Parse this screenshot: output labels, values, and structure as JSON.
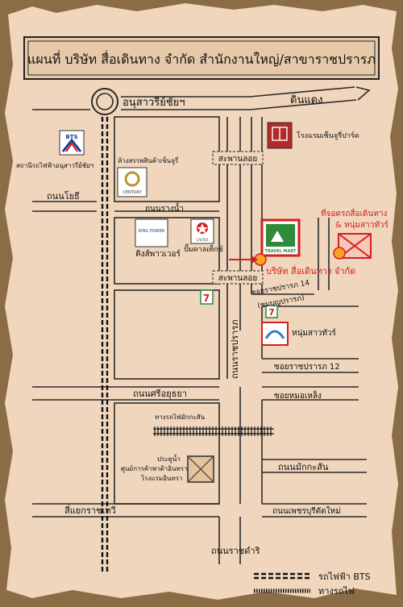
{
  "title": "แผนที่ บริษัท สื่อเดินทาง จำกัด สำนักงานใหญ่/สาขาราชปรารภ",
  "labels": {
    "victory_monument": "อนุสาวรีย์ชัยฯ",
    "din_daeng": "ดินแดง",
    "century_park_hotel": "โรงแรมเซ็นจูรี่ปาร์ค",
    "bts_station": "สถานีรถไฟฟ้าอนุสาวรีย์ชัยฯ",
    "century_mall": "ห้างสรรพสินค้าเซ็นจูรี่",
    "bridge_1": "สะพานลอย",
    "road_phayathai": "ถนนโยธี",
    "road_rang_nam": "ถนนรางน้ำ",
    "destination_note_1": "ที่จอดรถสื่อเดินทาง",
    "destination_note_2": "& หนุ่มสาวทัวร์",
    "king_power": "คิงส์พาวเวอร์",
    "caltex": "ปั๊มคาลเท็กซ์",
    "travel_mart": "TRAVEL MART",
    "company": "บริษัท สื่อเดินทาง จำกัด",
    "bridge_2": "สะพานลอย",
    "soi_14": "ซอยราชปรารภ 14",
    "soi_14_alt": "(ชมบุญปรารภ)",
    "num_sao_tour": "หนุ่มสาวทัวร์",
    "road_ratchaprarop": "ถนนราชปรารภ",
    "soi_12": "ซอยราชปรารภ 12",
    "road_si_ayutthaya": "ถนนศรีอยุธยา",
    "soi_mo_lek": "ซอยหมอเหล็ง",
    "railway_makkasan": "ทางรถไฟมักกะสัน",
    "pratunam_1": "ประตูน้ำ",
    "pratunam_2": "ศูนย์การค้าพาต้าอินทรา",
    "pratunam_3": "โรงแรมอินทรา",
    "road_makkasan": "ถนนมักกะสัน",
    "ratchathewi": "สี่แยกราชเทวี",
    "road_phetchaburi": "ถนนเพชรบุรีตัดใหม่",
    "road_ratchadamri": "ถนนราชดำริ",
    "legend_bts": "รถไฟฟ้า BTS",
    "legend_train": "ทางรถไฟ",
    "bts_logo": "BTS",
    "century_logo": "CENTURY",
    "king_power_logo": "KING POWER",
    "caltex_logo": "CALTEX",
    "seven_logo": "7"
  },
  "colors": {
    "paper": "#f0d6bc",
    "border": "#8a6d45",
    "road": "#2a2a2a",
    "accent_red": "#d32020",
    "accent_green": "#2e8b3a"
  }
}
